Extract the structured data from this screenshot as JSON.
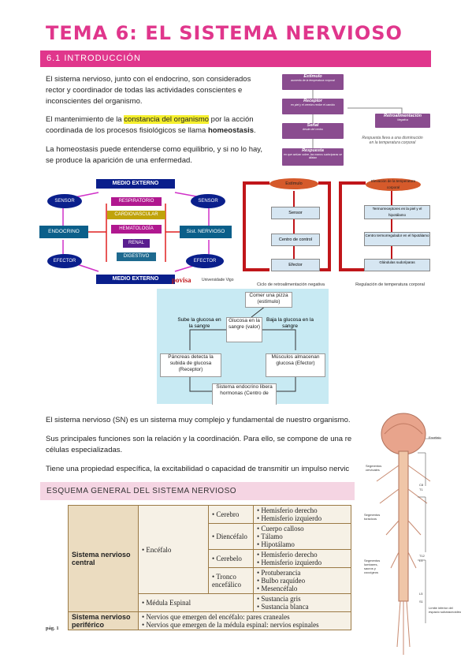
{
  "header": {
    "title": "TEMA 6: EL SISTEMA NERVIOSO",
    "section": "6.1 INTRODUCCIÓN"
  },
  "intro": {
    "p1": "El sistema nervioso, junto con el endocrino, son considerados rector y coordinador de todas las actividades conscientes e inconscientes del organismo.",
    "p2_a": "El mantenimiento de la ",
    "p2_hl": "constancia del organismo",
    "p2_b": " por la acción coordinada de los procesos fisiológicos se llama ",
    "p2_bold": "homeostasis",
    "p2_c": ".",
    "p3": "La homeostasis puede entenderse como equilibrio, y si no lo hay, se produce la aparición de una enfermedad."
  },
  "homeo_diagram": {
    "b1": "Estímulo",
    "b1s": "aumento de la temperatura corporal",
    "b2": "Receptor",
    "b2s": "en piel y el cerebro recibe el cambio",
    "b3": "Señal",
    "b3s": "desde del centro",
    "b4": "Respuesta",
    "b4s": "en que actúan sobre, las manos sudoríparas se dilatan",
    "b5": "Retroalimentación",
    "b5s": "Negativa",
    "note": "Respuesta lleva a una disminución en la temperatura corporal"
  },
  "integration_diagram": {
    "top": "MEDIO EXTERNO",
    "bottom": "MEDIO EXTERNO",
    "sensor_l": "SENSOR",
    "sensor_r": "SENSOR",
    "effector_l": "EFECTOR",
    "effector_r": "EFECTOR",
    "endocrino": "ENDOCRINO",
    "nervioso": "Sist. NERVIOSO",
    "systems": [
      "RESPIRATORIO",
      "CARDIOVASCULAR",
      "HEMATOLOGÍA",
      "RENAL",
      "DIGESTIVO"
    ],
    "logo": "povisa",
    "logo2": "Universidade Vigo"
  },
  "feedback_diagrams": {
    "left": {
      "top": "Estímulo",
      "b1": "Sensor",
      "b2": "Centro de control",
      "b3": "Efector",
      "caption": "Ciclo de retroalimentación negativa"
    },
    "right": {
      "top": "Elevación de la temperatura corporal",
      "b1": "Termorreceptores en la piel y el hipotálamo",
      "b2": "Centro termorregulador en el hipotálamo",
      "b3": "Glándulas sudoríparas",
      "caption": "Regulación de temperatura corporal"
    }
  },
  "glucose_diagram": {
    "start": "Comer una pizza (estímulo)",
    "center": "Glucosa en la sangre (valor)",
    "up": "Sube la glucosa en la sangre",
    "down": "Baja la glucosa en la sangre",
    "receptor": "Páncreas detecta la subida de glucosa (Receptor)",
    "effector": "Músculos almacenan glucosa (Efector)",
    "control": "Sistema endocrino libera hormonas (Centro de"
  },
  "sn": {
    "p1": "El sistema nervioso (SN) es un sistema muy complejo y fundamental de nuestro organismo.",
    "p2": "Sus principales funciones son la relación y la coordinación. Para ello, se compone de una re células especializadas.",
    "p3": "Tiene una propiedad específica, la excitabilidad o capacidad de transmitir un impulso nervic"
  },
  "scheme": {
    "title": "ESQUEMA GENERAL DEL SISTEMA NERVIOSO",
    "central": "Sistema nervioso central",
    "encefalo": "• Encéfalo",
    "cerebro": "• Cerebro",
    "cerebro_items": [
      "• Hemisferio derecho",
      "• Hemisferio izquierdo"
    ],
    "diencefalo": "• Diencéfalo",
    "diencefalo_items": [
      "• Cuerpo calloso",
      "• Tálamo",
      "• Hipotálamo"
    ],
    "cerebelo": "• Cerebelo",
    "cerebelo_items": [
      "• Hemisferio derecho",
      "• Hemisferio izquierdo"
    ],
    "tronco": "• Tronco encefálico",
    "tronco_items": [
      "• Protuberancia",
      "• Bulbo raquídeo",
      "• Mesencéfalo"
    ],
    "medula": "• Médula Espinal",
    "medula_items": [
      "• Sustancia gris",
      "• Sustancia blanca"
    ],
    "periferico": "Sistema nervioso periférico",
    "periferico_items": [
      "• Nervios que emergen del encéfalo: pares craneales",
      "• Nervios que emergen de la médula espinal: nervios espinales"
    ]
  },
  "spine_labels": [
    "Encéfalo",
    "Segmentos cervicales",
    "C8",
    "T1",
    "Segmentos torácicos",
    "T12",
    "L1",
    "Segmentos lumbares, sacros y coccígeos",
    "L5",
    "S1",
    "Límite inferior del espacio subaracnoideo"
  ],
  "footer": {
    "page": "pág. 1"
  }
}
